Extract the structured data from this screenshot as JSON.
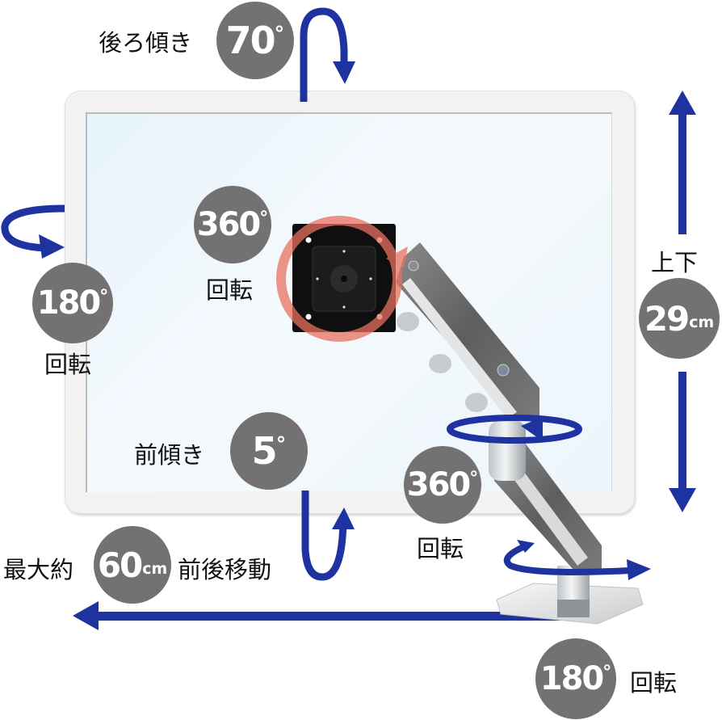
{
  "diagram": {
    "subject": "monitor arm adjustment ranges",
    "colors": {
      "arrow": "#1f33a0",
      "badge": "#737171",
      "badge_text": "#ffffff",
      "rotation_highlight": "#e8705f",
      "monitor_bezel": "#f2f2f2",
      "screen": "#eaf5fc"
    },
    "annotations": {
      "tilt_back": {
        "label": "後ろ傾き",
        "value": "70",
        "unit": "°"
      },
      "tilt_forward": {
        "label": "前傾き",
        "value": "5",
        "unit": "°"
      },
      "rotation_screen": {
        "value": "360",
        "unit": "°",
        "label": "回転"
      },
      "swivel_left": {
        "value": "180",
        "unit": "°",
        "label": "回転"
      },
      "height": {
        "label": "上下",
        "value": "29",
        "unit": "cm"
      },
      "arm_swivel": {
        "value": "360",
        "unit": "°",
        "label": "回転"
      },
      "reach": {
        "prefix": "最大約",
        "value": "60",
        "unit": "cm",
        "suffix": "前後移動"
      },
      "base_swivel": {
        "value": "180",
        "unit": "°",
        "label": "回転"
      }
    }
  }
}
